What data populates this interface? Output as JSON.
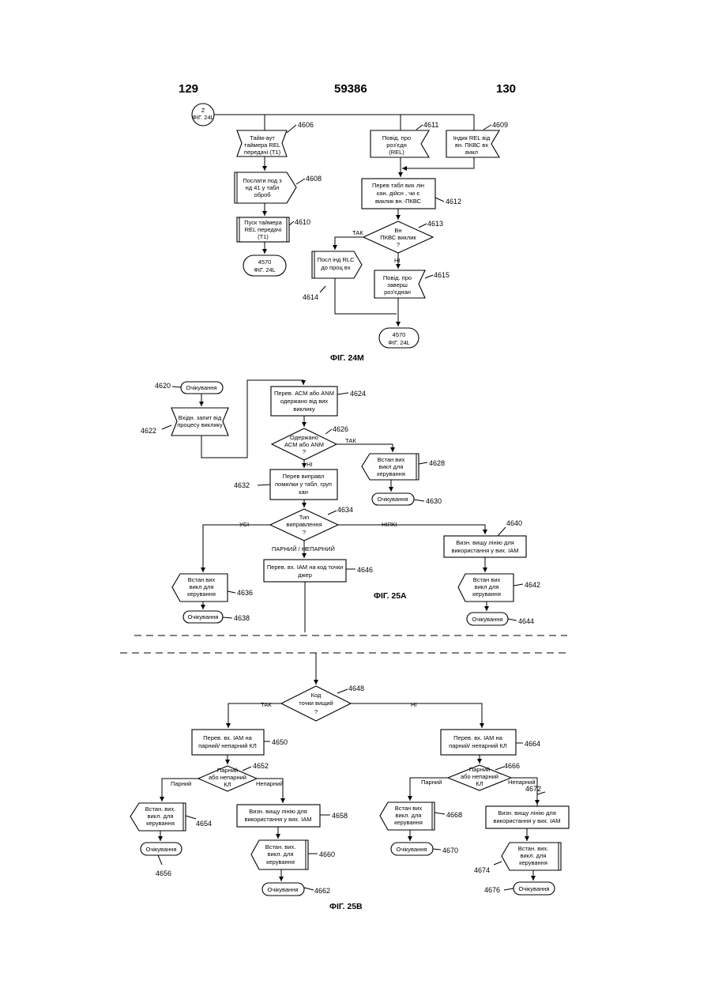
{
  "header": {
    "left_page": "129",
    "center_number": "59386",
    "right_page": "130"
  },
  "connector_z": {
    "line1": "Z",
    "line2": "ФІГ. 24L"
  },
  "fig24m": {
    "caption": "ФІГ. 24М",
    "b4606": {
      "num": "4606",
      "l1": "Тайм-аут",
      "l2": "таймера REL",
      "l3": "передачі (Т1)"
    },
    "b4608": {
      "num": "4608",
      "l1": "Послати под з",
      "l2": "нд 41 у табл",
      "l3": "оброб"
    },
    "b4610": {
      "num": "4610",
      "l1": "Пуск таймера",
      "l2": "REL передачі",
      "l3": "(Т1)"
    },
    "t4570a": {
      "l1": "4570",
      "l2": "ФІГ. 24L"
    },
    "b4611": {
      "num": "4611",
      "l1": "Повід. про",
      "l2": "роз'єдн",
      "l3": "(REL)"
    },
    "b4609": {
      "num": "4609",
      "l1": "Індик REL від",
      "l2": "вн. ПКВС вх",
      "l3": "викл"
    },
    "b4612": {
      "num": "4612",
      "l1": "Перев табл вих лін",
      "l2": "кан. дійсн , чи є",
      "l3": "виклик вн.-ПКВС"
    },
    "d4613": {
      "num": "4613",
      "l1": "Вн",
      "l2": "ПКВС виклик",
      "l3": "?",
      "yes": "ТАК",
      "no": "НІ"
    },
    "b4614": {
      "num": "4614",
      "l1": "Посл інд RLC",
      "l2": "до проц вх"
    },
    "b4615": {
      "num": "4615",
      "l1": "Повід. про",
      "l2": "заверш",
      "l3": "роз'єднан"
    },
    "t4570b": {
      "l1": "4570",
      "l2": "ФІГ. 24L"
    }
  },
  "fig25a": {
    "caption": "ФІГ. 25А",
    "t4620": {
      "num": "4620",
      "label": "Очікування"
    },
    "b4622": {
      "num": "4622",
      "l1": "Вхідн. запит від",
      "l2": "процесу виклику"
    },
    "b4624": {
      "num": "4624",
      "l1": "Перев. АСМ або ANM",
      "l2": "одержано від вих",
      "l3": "виклику"
    },
    "d4626": {
      "num": "4626",
      "l1": "Одержано",
      "l2": "АСМ або ANM",
      "l3": "?",
      "yes": "ТАК",
      "no": "НІ"
    },
    "b4628": {
      "num": "4628",
      "l1": "Встан вих",
      "l2": "викл для",
      "l3": "керування"
    },
    "t4630": {
      "num": "4630",
      "label": "Очікування"
    },
    "b4632": {
      "num": "4632",
      "l1": "Перев виправл",
      "l2": "помилки у табл. груп",
      "l3": "кан"
    },
    "d4634": {
      "num": "4634",
      "l1": "Тип",
      "l2": "виправлення",
      "l3": "?",
      "all": "УСІ",
      "none": "НІЯКІ",
      "even_odd": "ПАРНИЙ / НЕПАРНИЙ"
    },
    "b4636": {
      "num": "4636",
      "l1": "Встан вих",
      "l2": "викл для",
      "l3": "керування"
    },
    "t4638": {
      "num": "4638",
      "label": "Очікування"
    },
    "b4646": {
      "num": "4646",
      "l1": "Перев. вх. IAM на код точки",
      "l2": "джер"
    },
    "b4640": {
      "num": "4640",
      "l1": "Визн. вищу лінію для",
      "l2": "використання у вих. IAM"
    },
    "b4642": {
      "num": "4642",
      "l1": "Встан вих",
      "l2": "викл для",
      "l3": "керування"
    },
    "t4644": {
      "num": "4644",
      "label": "Очікування"
    }
  },
  "fig25b": {
    "caption": "ФІГ. 25В",
    "d4648": {
      "num": "4648",
      "l1": "Код",
      "l2": "точки вищий",
      "l3": "?",
      "yes": "ТАК",
      "no": "НІ"
    },
    "b4650": {
      "num": "4650",
      "l1": "Перев. вх. IAM на",
      "l2": "парний/ непарний КЛ"
    },
    "d4652": {
      "num": "4652",
      "l1": "Парний",
      "l2": "або непарний",
      "l3": "КЛ",
      "even": "Парний",
      "odd": "Непарний"
    },
    "b4654": {
      "num": "4654",
      "l1": "Встан. вих.",
      "l2": "викл. для",
      "l3": "керування"
    },
    "t4656": {
      "num": "4656",
      "label": "Очікування"
    },
    "b4658": {
      "num": "4658",
      "l1": "Визн. вищу лінію для",
      "l2": "використання у вих. IAM"
    },
    "b4660": {
      "num": "4660",
      "l1": "Встан. вих.",
      "l2": "викл. для",
      "l3": "керування"
    },
    "t4662": {
      "num": "4662",
      "label": "Очікування"
    },
    "b4664": {
      "num": "4664",
      "l1": "Перев. вх. IAM на",
      "l2": "парний/ непарний КЛ"
    },
    "d4666": {
      "num": "4666",
      "l1": "Парний",
      "l2": "або непарний",
      "l3": "КЛ",
      "even": "Парний",
      "odd": "Непарний"
    },
    "b4668": {
      "num": "4668",
      "l1": "Встан вих",
      "l2": "викл. для",
      "l3": "керування"
    },
    "t4670": {
      "num": "4670",
      "label": "Очікування"
    },
    "b4672": {
      "num": "4672",
      "l1": "Визн. вищу лінію для",
      "l2": "використання у вих. IAM"
    },
    "b4674": {
      "num": "4674",
      "l1": "Встан. вих.",
      "l2": "викл. для",
      "l3": "керування"
    },
    "t4676": {
      "num": "4676",
      "label": "Очікування"
    }
  }
}
